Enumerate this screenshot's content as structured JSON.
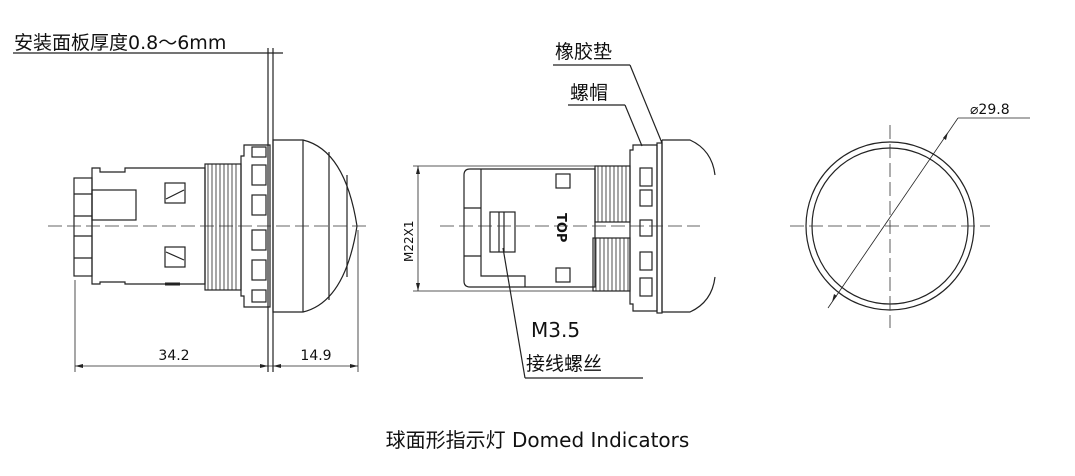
{
  "side_view": {
    "panel_thickness_label": "安装面板厚度0.8～6mm",
    "dim_body": "34.2",
    "dim_head": "14.9"
  },
  "section_view": {
    "gasket_label": "橡胶垫",
    "nut_label": "螺帽",
    "thread_label": "M22X1",
    "top_mark": "TOP",
    "screw_size": "M3.5",
    "screw_label": "接线螺丝"
  },
  "front_view": {
    "diameter_label": "⌀29.8"
  },
  "caption": "球面形指示灯 Domed Indicators"
}
